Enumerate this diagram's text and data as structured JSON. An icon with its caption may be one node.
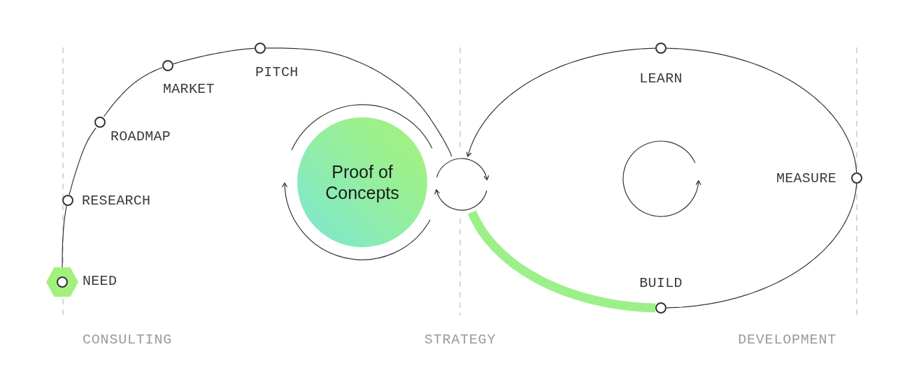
{
  "diagram": {
    "nodes": [
      {
        "text": [],
        "shape": "hexagon",
        "beside": [
          "NEED"
        ]
      },
      {
        "text": [],
        "shape": "circle",
        "beside": [
          "RESEARCH"
        ]
      },
      {
        "text": [],
        "shape": "circle",
        "beside": [
          "ROADMAP"
        ]
      },
      {
        "text": [],
        "shape": "circle",
        "beside": [
          "MARKET"
        ]
      },
      {
        "text": [],
        "shape": "circle",
        "beside": [
          "PITCH"
        ]
      },
      {
        "text": [
          "Proof of Concepts"
        ]
      },
      {
        "text": [],
        "shape": "cycle"
      },
      {
        "text": [],
        "shape": "circle",
        "beside": [
          "LEARN"
        ]
      },
      {
        "text": [],
        "shape": "circle",
        "beside": [
          "MEASURE"
        ]
      },
      {
        "text": [],
        "shape": "circle",
        "beside": [
          "BUILD"
        ]
      }
    ],
    "edges": [
      {
        "from": 0,
        "to": 1,
        "arrow": "none"
      },
      {
        "from": 1,
        "to": 2,
        "arrow": "none"
      },
      {
        "from": 2,
        "to": 3,
        "arrow": "none"
      },
      {
        "from": 3,
        "to": 4,
        "arrow": "none"
      },
      {
        "from": 4,
        "to": 6,
        "arrow": "none"
      },
      {
        "from": 7,
        "to": 6,
        "arrow": "to"
      },
      {
        "from": 6,
        "to": 9,
        "arrow": "none",
        "style": "thick",
        "color": "#9cf08a"
      },
      {
        "from": 9,
        "to": 8,
        "arrow": "none"
      },
      {
        "from": 8,
        "to": 7,
        "arrow": "none"
      }
    ],
    "labels": [
      "CONSULTING",
      "STRATEGY",
      "DEVELOPMENT"
    ]
  }
}
